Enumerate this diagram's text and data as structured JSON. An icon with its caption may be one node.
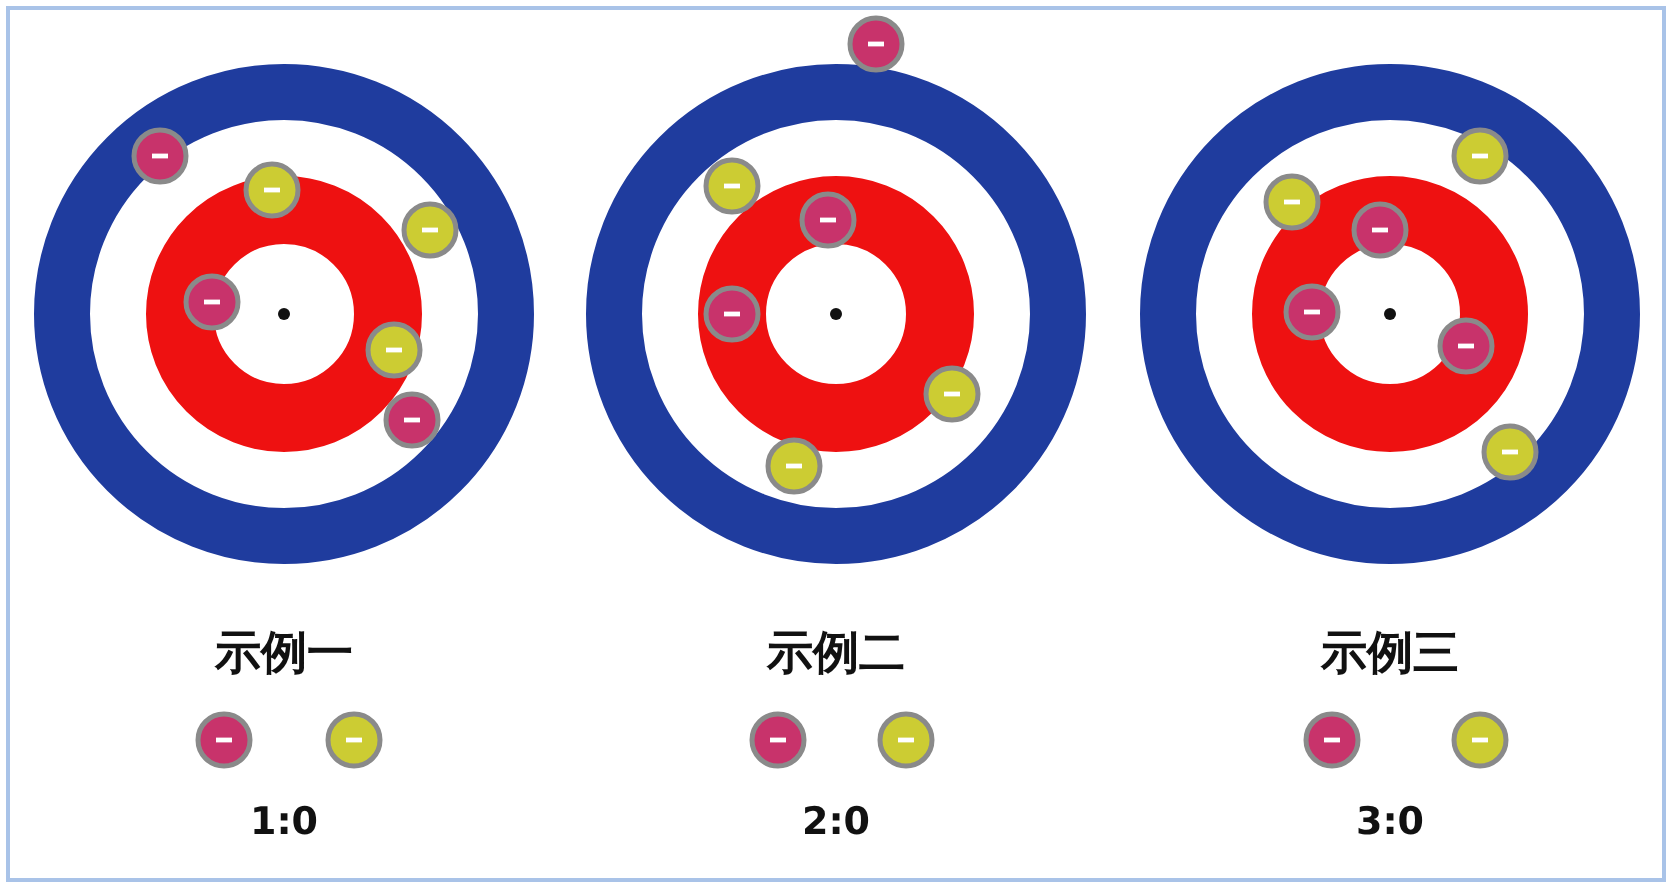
{
  "diagram": {
    "labels": [
      "示例一",
      "示例二",
      "示例三",
      "1:0",
      "2:0",
      "3:0"
    ]
  }
}
